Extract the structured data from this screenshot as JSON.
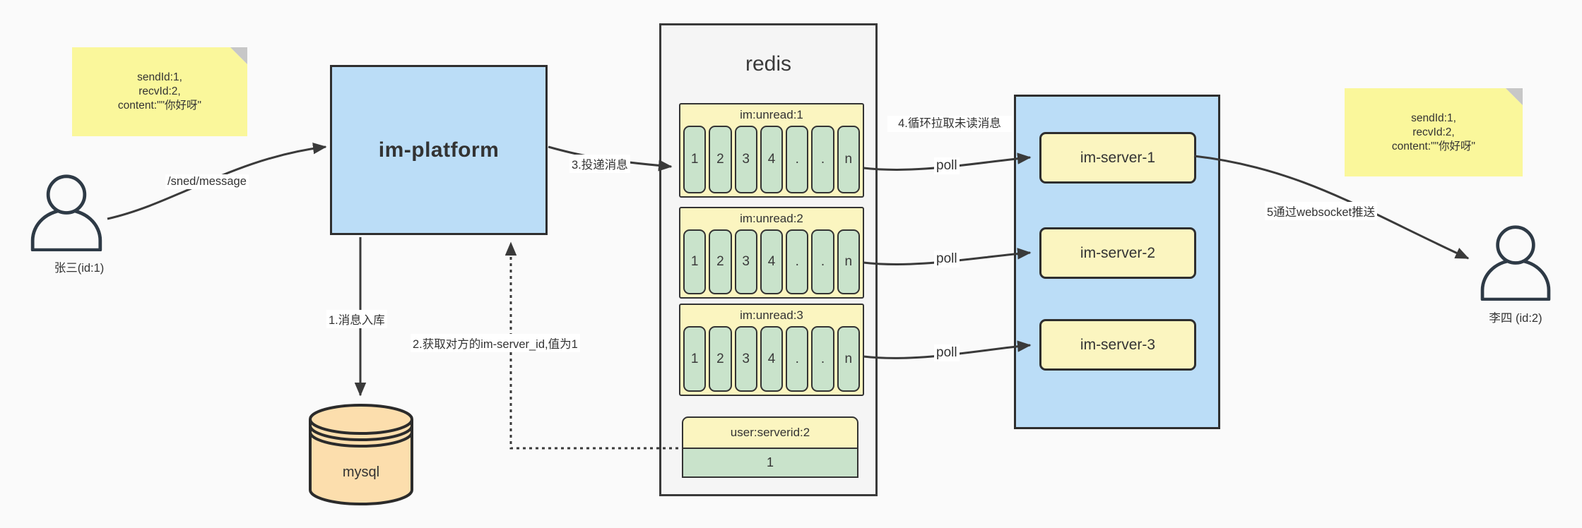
{
  "colors": {
    "accent_blue": "#BBDDF7",
    "pale_yellow": "#FBF5C0",
    "sticky_yellow": "#FAF79B",
    "cell_green": "#C9E3CB",
    "db_orange": "#FCDEAD",
    "container_gray": "#F5F5F5",
    "stroke_dark": "#3A3A3A"
  },
  "actors": {
    "sender": {
      "label": "张三(id:1)"
    },
    "receiver": {
      "label": "李四 (id:2)"
    }
  },
  "notes": {
    "left": {
      "line1": "sendId:1,",
      "line2": "recvId:2,",
      "line3": "content:\"\"你好呀\""
    },
    "right": {
      "line1": "sendId:1,",
      "line2": "recvId:2,",
      "line3": "content:\"\"你好呀\""
    }
  },
  "platform": {
    "label": "im-platform"
  },
  "database": {
    "label": "mysql"
  },
  "redis": {
    "title": "redis",
    "lists": [
      {
        "title": "im:unread:1",
        "cells": [
          "1",
          "2",
          "3",
          "4",
          ".",
          ".",
          "n"
        ]
      },
      {
        "title": "im:unread:2",
        "cells": [
          "1",
          "2",
          "3",
          "4",
          ".",
          ".",
          "n"
        ]
      },
      {
        "title": "im:unread:3",
        "cells": [
          "1",
          "2",
          "3",
          "4",
          ".",
          ".",
          "n"
        ]
      }
    ],
    "mapping": {
      "title": "user:serverid:2",
      "value": "1"
    }
  },
  "server_cluster": {
    "servers": [
      {
        "label": "im-server-1"
      },
      {
        "label": "im-server-2"
      },
      {
        "label": "im-server-3"
      }
    ]
  },
  "edges": {
    "send_api": "/sned/message",
    "step1": "1.消息入库",
    "step2": "2.获取对方的im-server_id,值为1",
    "step3": "3.投递消息",
    "step4": "4.循环拉取未读消息",
    "poll": "poll",
    "step5": "5通过websocket推送"
  }
}
